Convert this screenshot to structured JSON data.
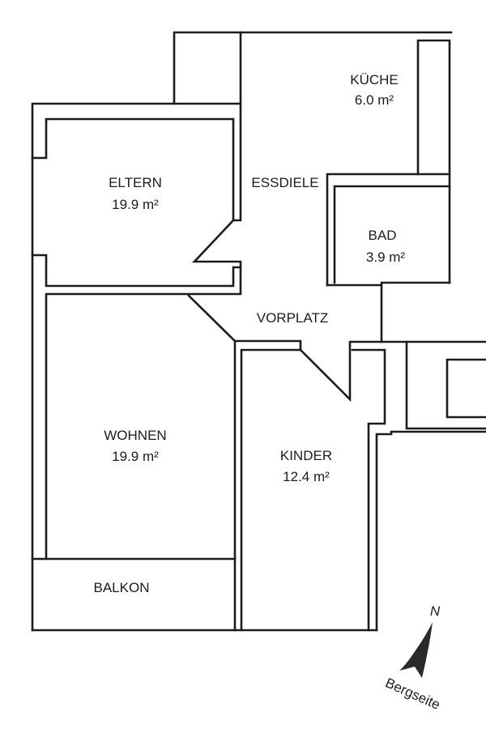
{
  "rooms": {
    "kueche": {
      "name": "KÜCHE",
      "area": "6.0 m²"
    },
    "eltern": {
      "name": "ELTERN",
      "area": "19.9 m²"
    },
    "essdiele": {
      "name": "ESSDIELE"
    },
    "bad": {
      "name": "BAD",
      "area": "3.9 m²"
    },
    "vorplatz": {
      "name": "VORPLATZ"
    },
    "wohnen": {
      "name": "WOHNEN",
      "area": "19.9 m²"
    },
    "kinder": {
      "name": "KINDER",
      "area": "12.4 m²"
    },
    "balkon": {
      "name": "BALKON"
    }
  },
  "compass": {
    "north_label": "N",
    "side_label": "Bergseite"
  },
  "colors": {
    "wall": "#1c1c1c",
    "background": "#ffffff"
  }
}
